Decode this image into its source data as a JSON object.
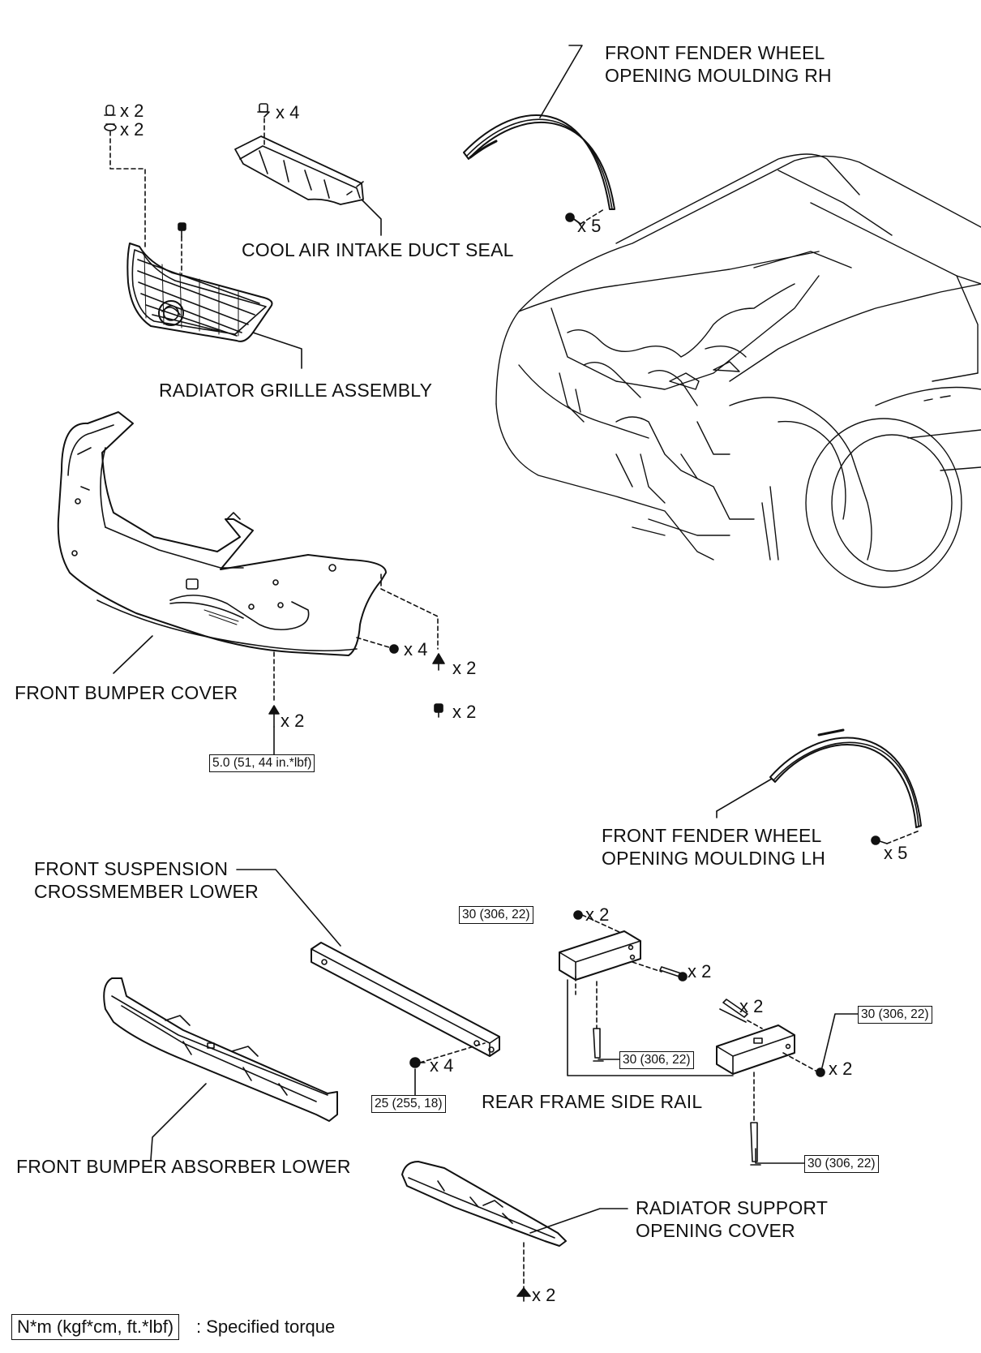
{
  "parts": {
    "fender_rh_line1": "FRONT FENDER WHEEL",
    "fender_rh_line2": "OPENING MOULDING RH",
    "cool_air": "COOL AIR INTAKE DUCT SEAL",
    "grille": "RADIATOR GRILLE ASSEMBLY",
    "bumper_cover": "FRONT BUMPER COVER",
    "fender_lh_line1": "FRONT FENDER WHEEL",
    "fender_lh_line2": "OPENING MOULDING LH",
    "crossmember_line1": "FRONT SUSPENSION",
    "crossmember_line2": "CROSSMEMBER LOWER",
    "rear_rail": "REAR FRAME SIDE RAIL",
    "absorber": "FRONT BUMPER ABSORBER LOWER",
    "support_cover_line1": "RADIATOR SUPPORT",
    "support_cover_line2": "OPENING COVER"
  },
  "quantities": {
    "grille_clip_a": "x 2",
    "grille_clip_b": "x 2",
    "duct_clips": "x 4",
    "fender_rh_screws": "x 5",
    "bumper_screws": "x 4",
    "bumper_clip_a": "x 2",
    "bumper_clip_b": "x 2",
    "bumper_bolts": "x 2",
    "fender_lh_screws": "x 5",
    "rail_nut_top": "x 2",
    "rail_bolt_top": "x 2",
    "rail_bolt_mid": "x 2",
    "rail_nut_right": "x 2",
    "crossmember_bolts": "x 4",
    "cover_clips": "x 2"
  },
  "torques": {
    "bumper": "5.0 (51, 44 in.*lbf)",
    "rail_top_nut": "30 (306, 22)",
    "rail_bolt_1": "30 (306, 22)",
    "rail_right_nut": "30 (306, 22)",
    "rail_bolt_2": "30 (306, 22)",
    "crossmember": "25 (255, 18)"
  },
  "legend": {
    "unit": "N*m (kgf*cm, ft.*lbf)",
    "text": ": Specified torque"
  }
}
